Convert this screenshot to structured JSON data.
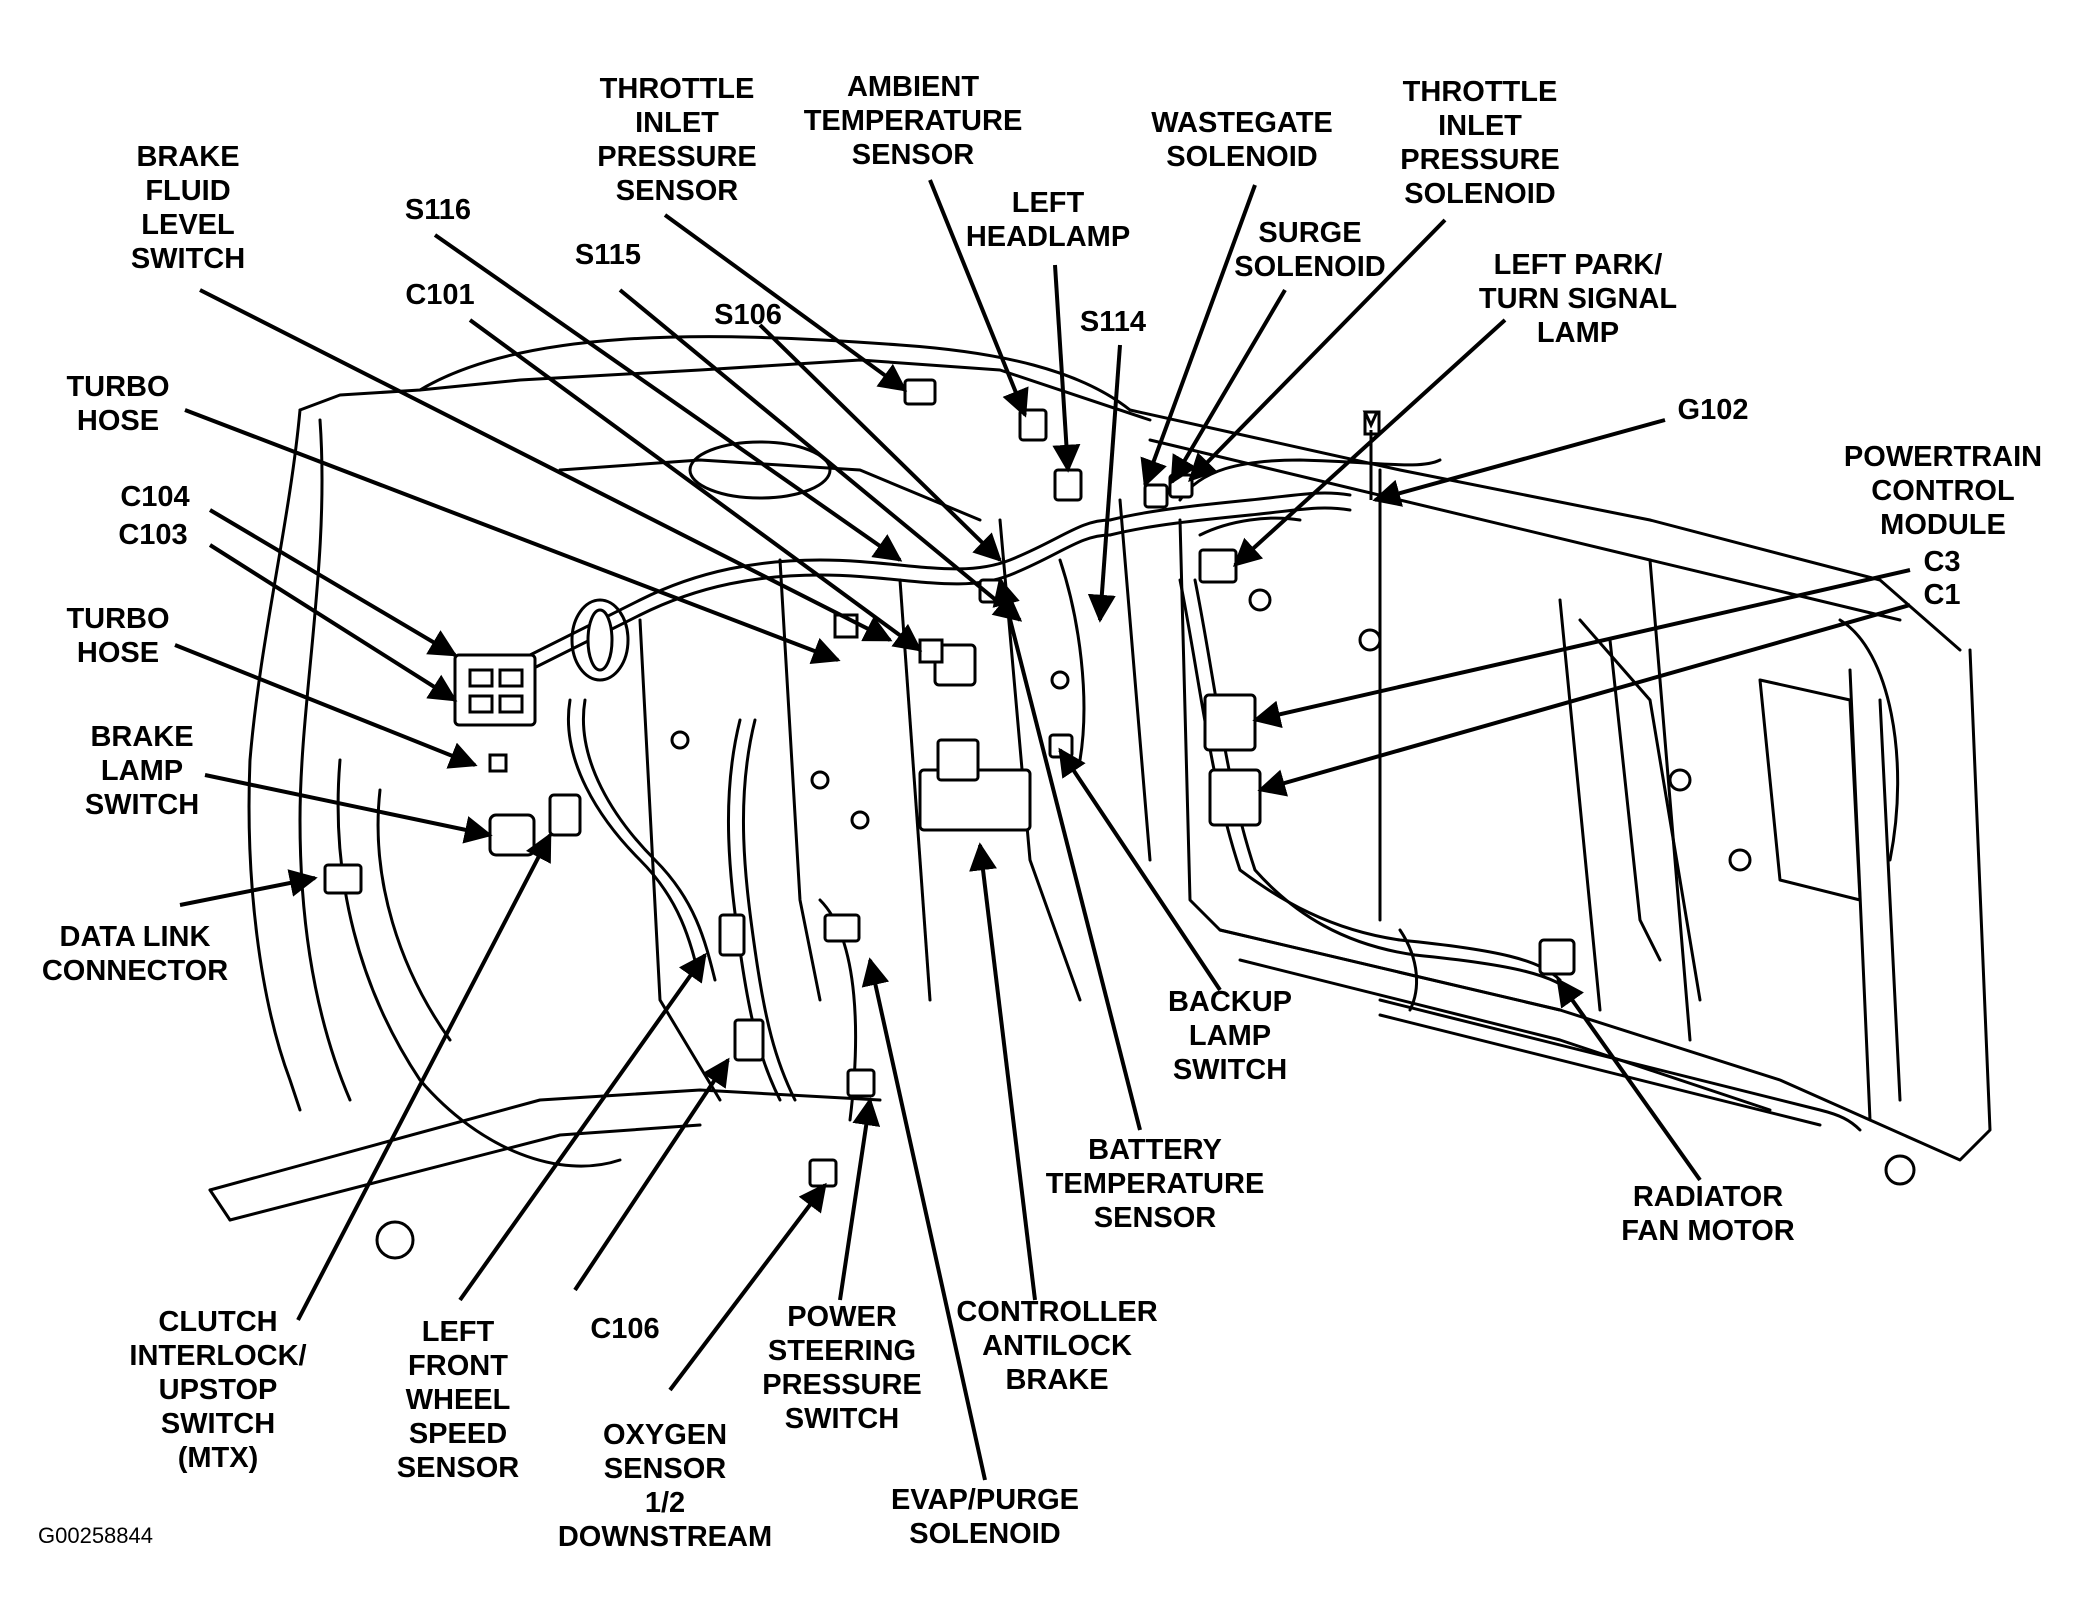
{
  "figure_id": "G00258844",
  "colors": {
    "ink": "#000000",
    "paper": "#ffffff"
  },
  "labels": {
    "brake_fluid_level_switch": "BRAKE\nFLUID\nLEVEL\nSWITCH",
    "s116": "S116",
    "c101": "C101",
    "throttle_inlet_pressure_sensor": "THROTTLE\nINLET\nPRESSURE\nSENSOR",
    "s115": "S115",
    "ambient_temperature_sensor": "AMBIENT\nTEMPERATURE\nSENSOR",
    "s106": "S106",
    "left_headlamp": "LEFT\nHEADLAMP",
    "s114": "S114",
    "wastegate_solenoid": "WASTEGATE\nSOLENOID",
    "surge_solenoid": "SURGE\nSOLENOID",
    "throttle_inlet_pressure_solenoid": "THROTTLE\nINLET\nPRESSURE\nSOLENOID",
    "left_park_turn_signal_lamp": "LEFT PARK/\nTURN SIGNAL\nLAMP",
    "g102": "G102",
    "powertrain_control_module": "POWERTRAIN\nCONTROL\nMODULE",
    "c3": "C3",
    "c1": "C1",
    "turbo_hose_upper": "TURBO\nHOSE",
    "c104": "C104",
    "c103": "C103",
    "turbo_hose_lower": "TURBO\nHOSE",
    "brake_lamp_switch": "BRAKE\nLAMP\nSWITCH",
    "data_link_connector": "DATA LINK\nCONNECTOR",
    "clutch_interlock_upstop_switch": "CLUTCH\nINTERLOCK/\nUPSTOP\nSWITCH\n(MTX)",
    "left_front_wheel_speed_sensor": "LEFT\nFRONT\nWHEEL\nSPEED\nSENSOR",
    "c106": "C106",
    "oxygen_sensor_downstream": "OXYGEN\nSENSOR\n1/2\nDOWNSTREAM",
    "power_steering_pressure_switch": "POWER\nSTEERING\nPRESSURE\nSWITCH",
    "evap_purge_solenoid": "EVAP/PURGE\nSOLENOID",
    "controller_antilock_brake": "CONTROLLER\nANTILOCK\nBRAKE",
    "battery_temperature_sensor": "BATTERY\nTEMPERATURE\nSENSOR",
    "backup_lamp_switch": "BACKUP\nLAMP\nSWITCH",
    "radiator_fan_motor": "RADIATOR\nFAN MOTOR"
  }
}
